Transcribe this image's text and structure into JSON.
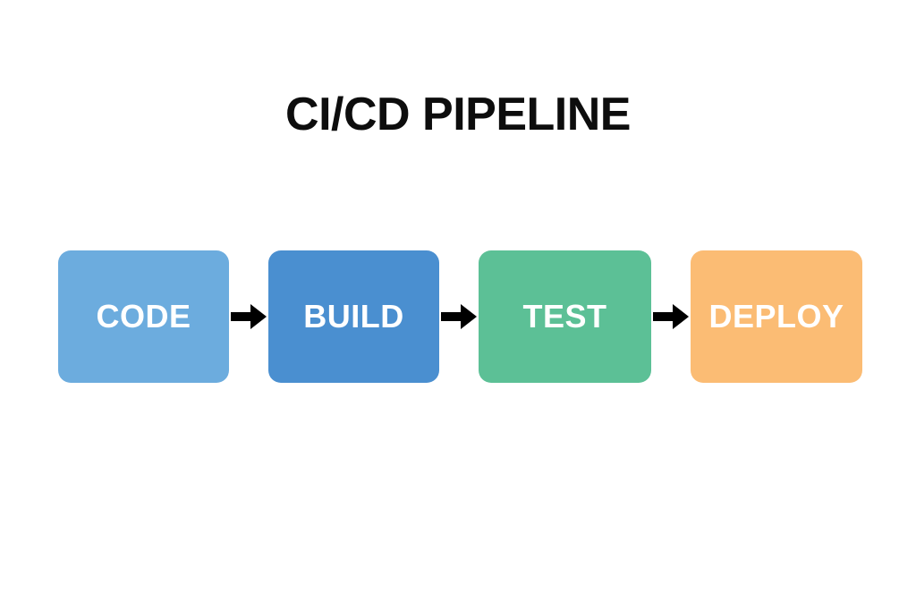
{
  "diagram": {
    "title": "CI/CD PIPELINE",
    "type": "linear-pipeline-flow",
    "background_color": "#FFFFFF",
    "title_color": "#0D0D0D",
    "label_color": "#FFFFFF",
    "arrow_color": "#000000",
    "stages": [
      {
        "id": "code",
        "label": "CODE",
        "color": "#6CACDE",
        "order": 1
      },
      {
        "id": "build",
        "label": "BUILD",
        "color": "#4A8FD0",
        "order": 2
      },
      {
        "id": "test",
        "label": "TEST",
        "color": "#5CC096",
        "order": 3
      },
      {
        "id": "deploy",
        "label": "DEPLOY",
        "color": "#FBBC74",
        "order": 4
      }
    ],
    "connectors": [
      {
        "id": "code-to-build",
        "icon": "arrow-right-icon",
        "from": "code",
        "to": "build"
      },
      {
        "id": "build-to-test",
        "icon": "arrow-right-icon",
        "from": "build",
        "to": "test"
      },
      {
        "id": "test-to-deploy",
        "icon": "arrow-right-icon",
        "from": "test",
        "to": "deploy"
      }
    ]
  }
}
